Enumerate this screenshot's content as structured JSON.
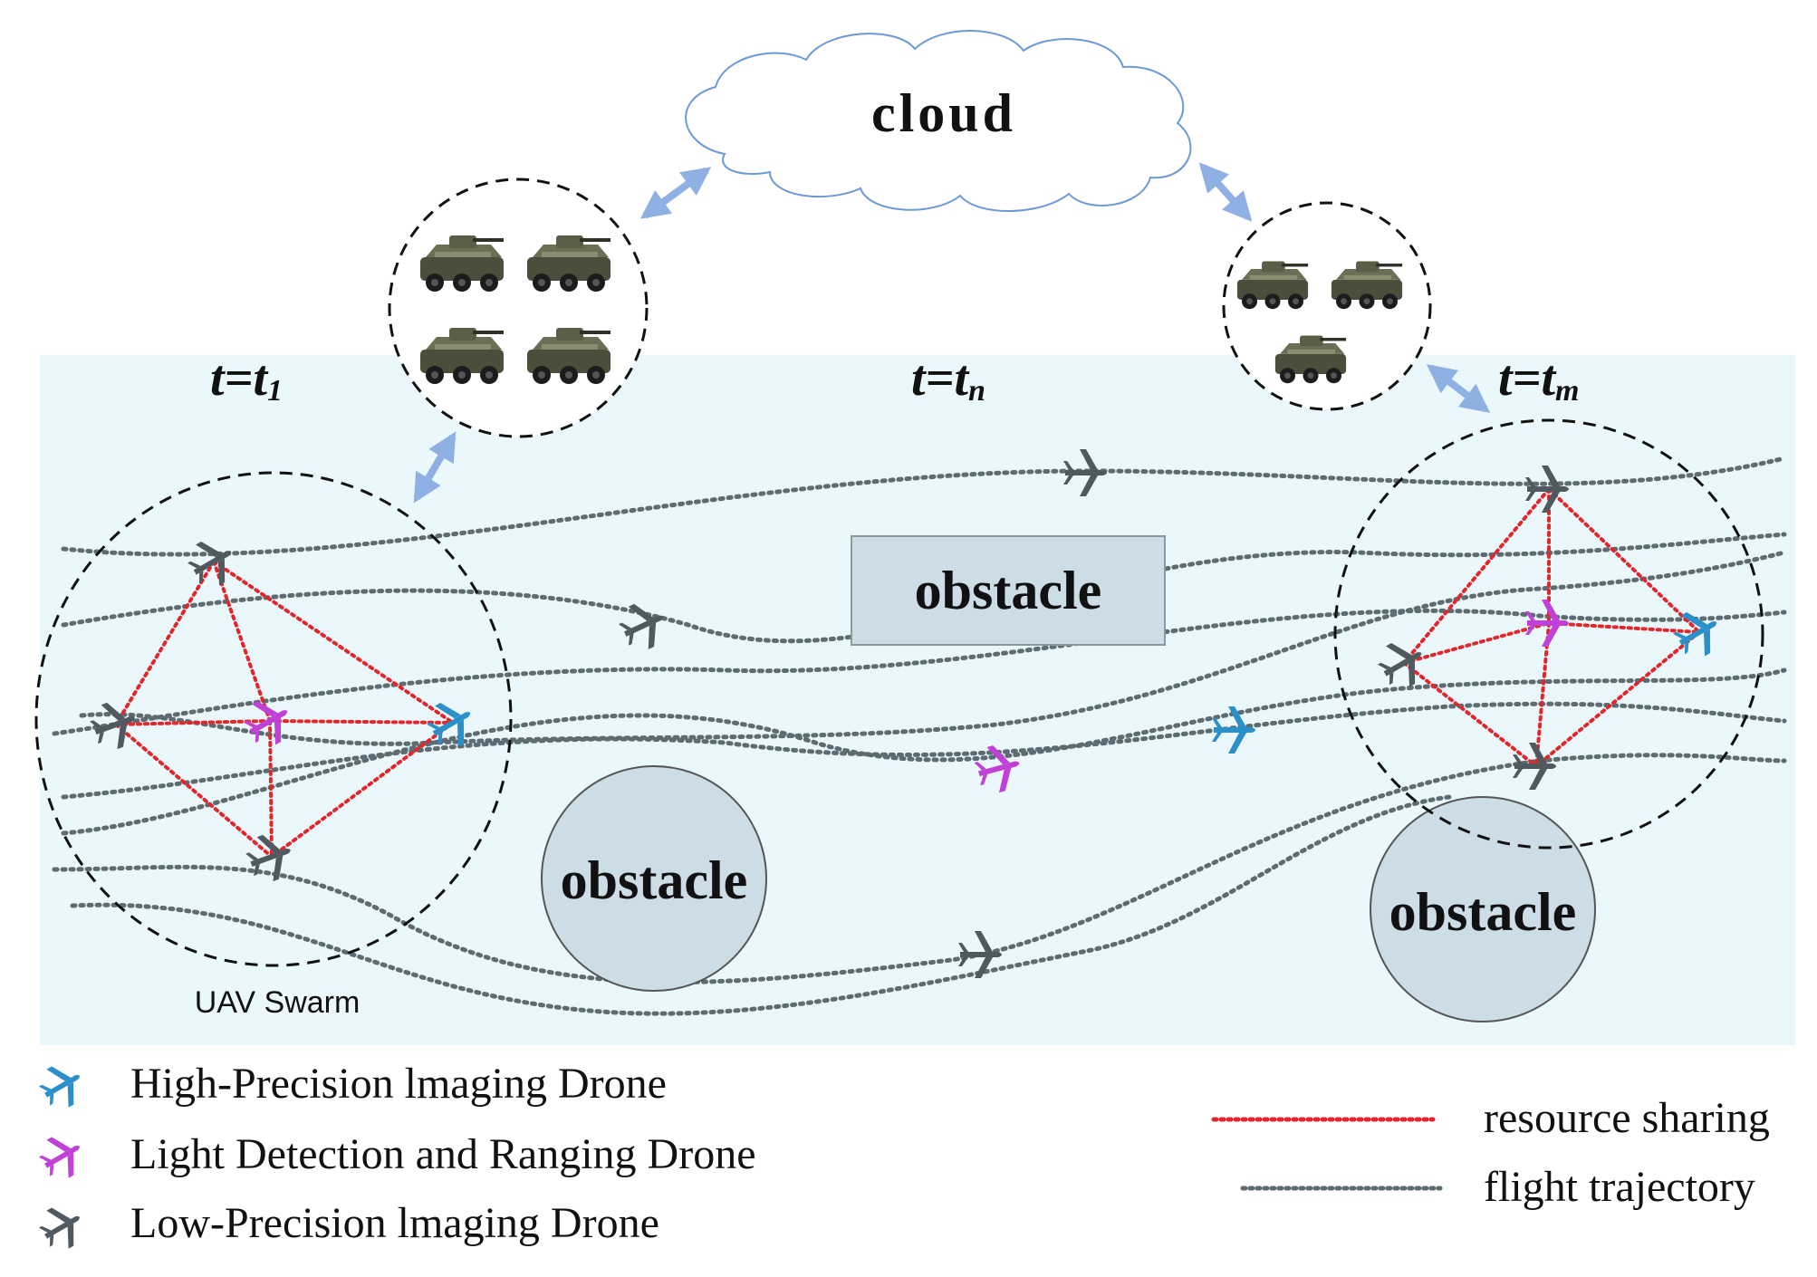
{
  "cloud": {
    "label": "cloud"
  },
  "time_labels": [
    {
      "main": "t=t",
      "sub": "1"
    },
    {
      "main": "t=t",
      "sub": "n"
    },
    {
      "main": "t=t",
      "sub": "m"
    }
  ],
  "obstacles": [
    {
      "label": "obstacle",
      "shape": "rectangle"
    },
    {
      "label": "obstacle",
      "shape": "circle"
    },
    {
      "label": "obstacle",
      "shape": "circle"
    }
  ],
  "swarm_label": "UAV Swarm",
  "legend": {
    "drones": [
      {
        "label": "High-Precision lmaging Drone",
        "color": "#2b8fc9",
        "icon": "blue-drone-icon"
      },
      {
        "label": "Light Detection and Ranging Drone",
        "color": "#c040d8",
        "icon": "purple-drone-icon"
      },
      {
        "label": "Low-Precision lmaging Drone",
        "color": "#505860",
        "icon": "gray-drone-icon"
      }
    ],
    "lines": [
      {
        "label": "resource sharing",
        "color": "#e0272c",
        "style": "dotted"
      },
      {
        "label": "flight trajectory",
        "color": "#5d6b73",
        "style": "dotted"
      }
    ]
  },
  "colors": {
    "zone_fill": "#eaf7fb",
    "obstacle_fill": "#ccdde6",
    "arrow": "#8fb0e2",
    "cloud_stroke": "#6b9ad6"
  }
}
